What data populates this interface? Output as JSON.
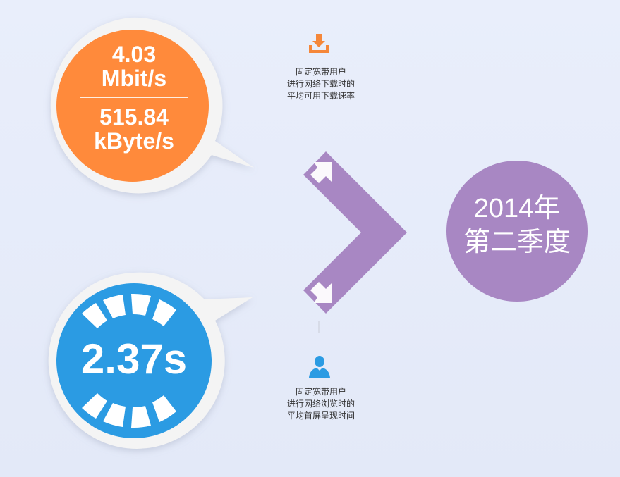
{
  "speed": {
    "mbit_value": "4.03",
    "mbit_unit": "Mbit/s",
    "kbyte_value": "515.84",
    "kbyte_unit": "kByte/s",
    "caption_lines": [
      "固定宽带用户",
      "进行网络下载时的",
      "平均可用下载速率"
    ],
    "icon": "download-icon",
    "color": "#ff8a3b"
  },
  "page_time": {
    "value": "2.37s",
    "caption_lines": [
      "固定宽带用户",
      "进行网络浏览时的",
      "平均首屏呈现时间"
    ],
    "icon": "user-icon",
    "color": "#2b9be3"
  },
  "period": {
    "line1": "2014年",
    "line2": "第二季度",
    "color": "#a887c3"
  },
  "arrow": {
    "icon": "chevron-right-icon",
    "color": "#a887c3"
  }
}
